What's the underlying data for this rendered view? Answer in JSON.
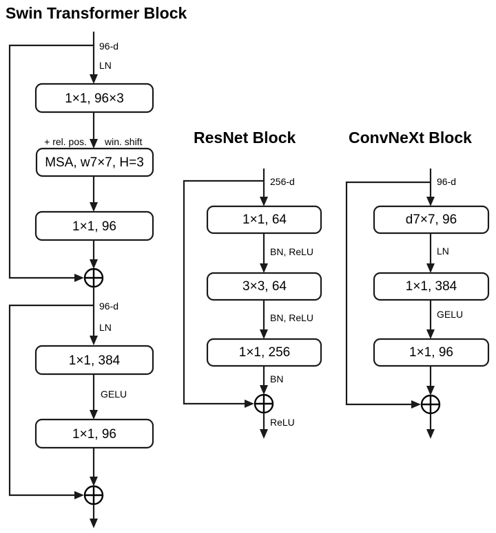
{
  "figure": {
    "background": "#ffffff",
    "stroke_color": "#1a1a1a",
    "text_color": "#000000"
  },
  "blocks": [
    {
      "id": "swin",
      "title": "Swin Transformer Block",
      "input_label": "96-d",
      "nodes": [
        {
          "id": "swin-n1",
          "label": "1×1, 96×3"
        },
        {
          "id": "swin-n2",
          "label": "MSA, w7×7, H=3"
        },
        {
          "id": "swin-n3",
          "label": "1×1, 96"
        },
        {
          "id": "swin-n4",
          "label": "1×1, 384"
        },
        {
          "id": "swin-n5",
          "label": "1×1, 96"
        }
      ],
      "edge_labels": [
        {
          "id": "swin-e1",
          "text": "LN"
        },
        {
          "id": "swin-e2-left",
          "text": "+ rel. pos."
        },
        {
          "id": "swin-e2-right",
          "text": "win. shift"
        },
        {
          "id": "swin-mid",
          "text": "96-d"
        },
        {
          "id": "swin-e3",
          "text": "LN"
        },
        {
          "id": "swin-e4",
          "text": "GELU"
        }
      ],
      "sum_nodes": [
        "swin-sum-1",
        "swin-sum-2"
      ]
    },
    {
      "id": "resnet",
      "title": "ResNet Block",
      "input_label": "256-d",
      "nodes": [
        {
          "id": "resnet-n1",
          "label": "1×1, 64"
        },
        {
          "id": "resnet-n2",
          "label": "3×3, 64"
        },
        {
          "id": "resnet-n3",
          "label": "1×1, 256"
        }
      ],
      "edge_labels": [
        {
          "id": "resnet-e1",
          "text": "BN, ReLU"
        },
        {
          "id": "resnet-e2",
          "text": "BN, ReLU"
        },
        {
          "id": "resnet-e3",
          "text": "BN"
        },
        {
          "id": "resnet-e4",
          "text": "ReLU"
        }
      ],
      "sum_nodes": [
        "resnet-sum-1"
      ]
    },
    {
      "id": "convnext",
      "title": "ConvNeXt Block",
      "input_label": "96-d",
      "nodes": [
        {
          "id": "convnext-n1",
          "label": "d7×7, 96"
        },
        {
          "id": "convnext-n2",
          "label": "1×1, 384"
        },
        {
          "id": "convnext-n3",
          "label": "1×1, 96"
        }
      ],
      "edge_labels": [
        {
          "id": "convnext-e1",
          "text": "LN"
        },
        {
          "id": "convnext-e2",
          "text": "GELU"
        }
      ],
      "sum_nodes": [
        "convnext-sum-1"
      ]
    }
  ],
  "icons": {
    "sum_operator": "plus-in-circle",
    "arrow": "arrow-down"
  }
}
